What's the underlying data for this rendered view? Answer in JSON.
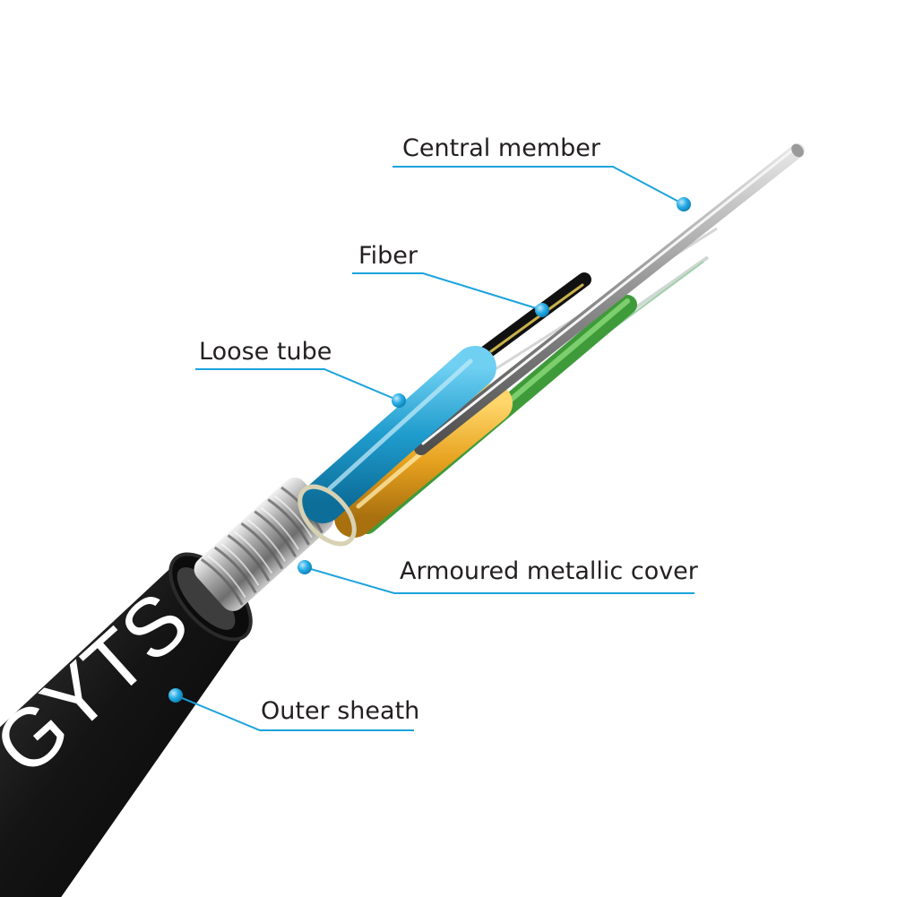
{
  "product_print": "GYTS",
  "accent_color": "#1ba3dd",
  "callouts": {
    "central_member": "Central member",
    "fiber": "Fiber",
    "loose_tube": "Loose tube",
    "armoured_cover": "Armoured metallic cover",
    "outer_sheath": "Outer sheath"
  }
}
